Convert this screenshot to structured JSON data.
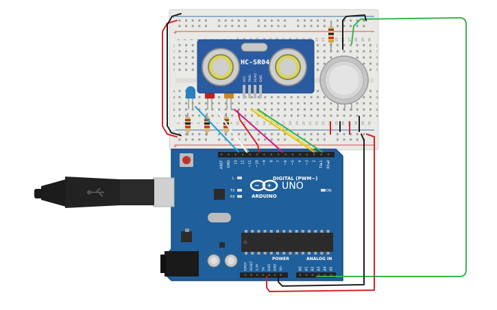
{
  "colors": {
    "breadboard": "#e9e9e6",
    "breadboard_hole": "#9a9a9a",
    "rail_red": "#d84a4a",
    "rail_blue": "#3a6fb0",
    "arduino_blue": "#1f5f9c",
    "arduino_dark": "#174a7c",
    "header_black": "#222222",
    "sensor_blue": "#2a5aa0",
    "wire_red": "#d32020",
    "wire_black": "#1a1a1a",
    "wire_green": "#37b34a",
    "wire_yellow": "#e6c800",
    "wire_magenta": "#d0208a",
    "wire_white": "#f4f4f4",
    "wire_cyan": "#1aa3d8",
    "led_blue": "#2a7fc0",
    "led_red": "#c0221f",
    "led_yellow": "#c8862a",
    "gas_sensor": "#c0c0c0"
  },
  "breadboard": {
    "row_letters_top": [
      "j",
      "i",
      "h",
      "g",
      "f"
    ],
    "row_letters_bottom": [
      "e",
      "d",
      "c",
      "b",
      "a"
    ],
    "column_numbers_top": [
      "1",
      "2",
      "3",
      "4",
      "5",
      "6",
      "7",
      "8",
      "9",
      "10",
      "11",
      "12",
      "13",
      "14",
      "15",
      "16",
      "17",
      "18",
      "19",
      "20",
      "21",
      "22",
      "23",
      "24",
      "25",
      "26",
      "27",
      "28",
      "29",
      "30"
    ],
    "column_numbers_bottom": [
      "1",
      "2",
      "3",
      "4",
      "5",
      "6",
      "7",
      "8",
      "9",
      "10",
      "11",
      "12",
      "13",
      "14",
      "15",
      "16",
      "17",
      "18",
      "19",
      "20",
      "21",
      "22",
      "23",
      "24",
      "25",
      "26",
      "27",
      "28",
      "29",
      "30"
    ],
    "rail_plus": "+",
    "rail_minus": "-"
  },
  "sensor": {
    "label": "HC-SR04",
    "pin_labels": [
      "VCC",
      "TRIG",
      "ECHO",
      "GND"
    ]
  },
  "arduino": {
    "brand": "ARDUINO",
    "model": "UNO",
    "on_label": "ON",
    "digital_label": "DIGITAL (PWM~)",
    "digital_pins": [
      "AREF",
      "GND",
      "13",
      "12",
      "~11",
      "~10",
      "~9",
      "8",
      "7",
      "~6",
      "~5",
      "4",
      "~3",
      "2",
      "TX▸1",
      "RX◂0"
    ],
    "led_labels": [
      "L",
      "TX",
      "RX"
    ],
    "power_label": "POWER",
    "power_pins": [
      "IOREF",
      "RESET",
      "3.3V",
      "5V",
      "GND",
      "GND",
      "Vin"
    ],
    "analog_label": "ANALOG IN",
    "analog_pins": [
      "A0",
      "A1",
      "A2",
      "A3",
      "A4",
      "A5"
    ]
  }
}
